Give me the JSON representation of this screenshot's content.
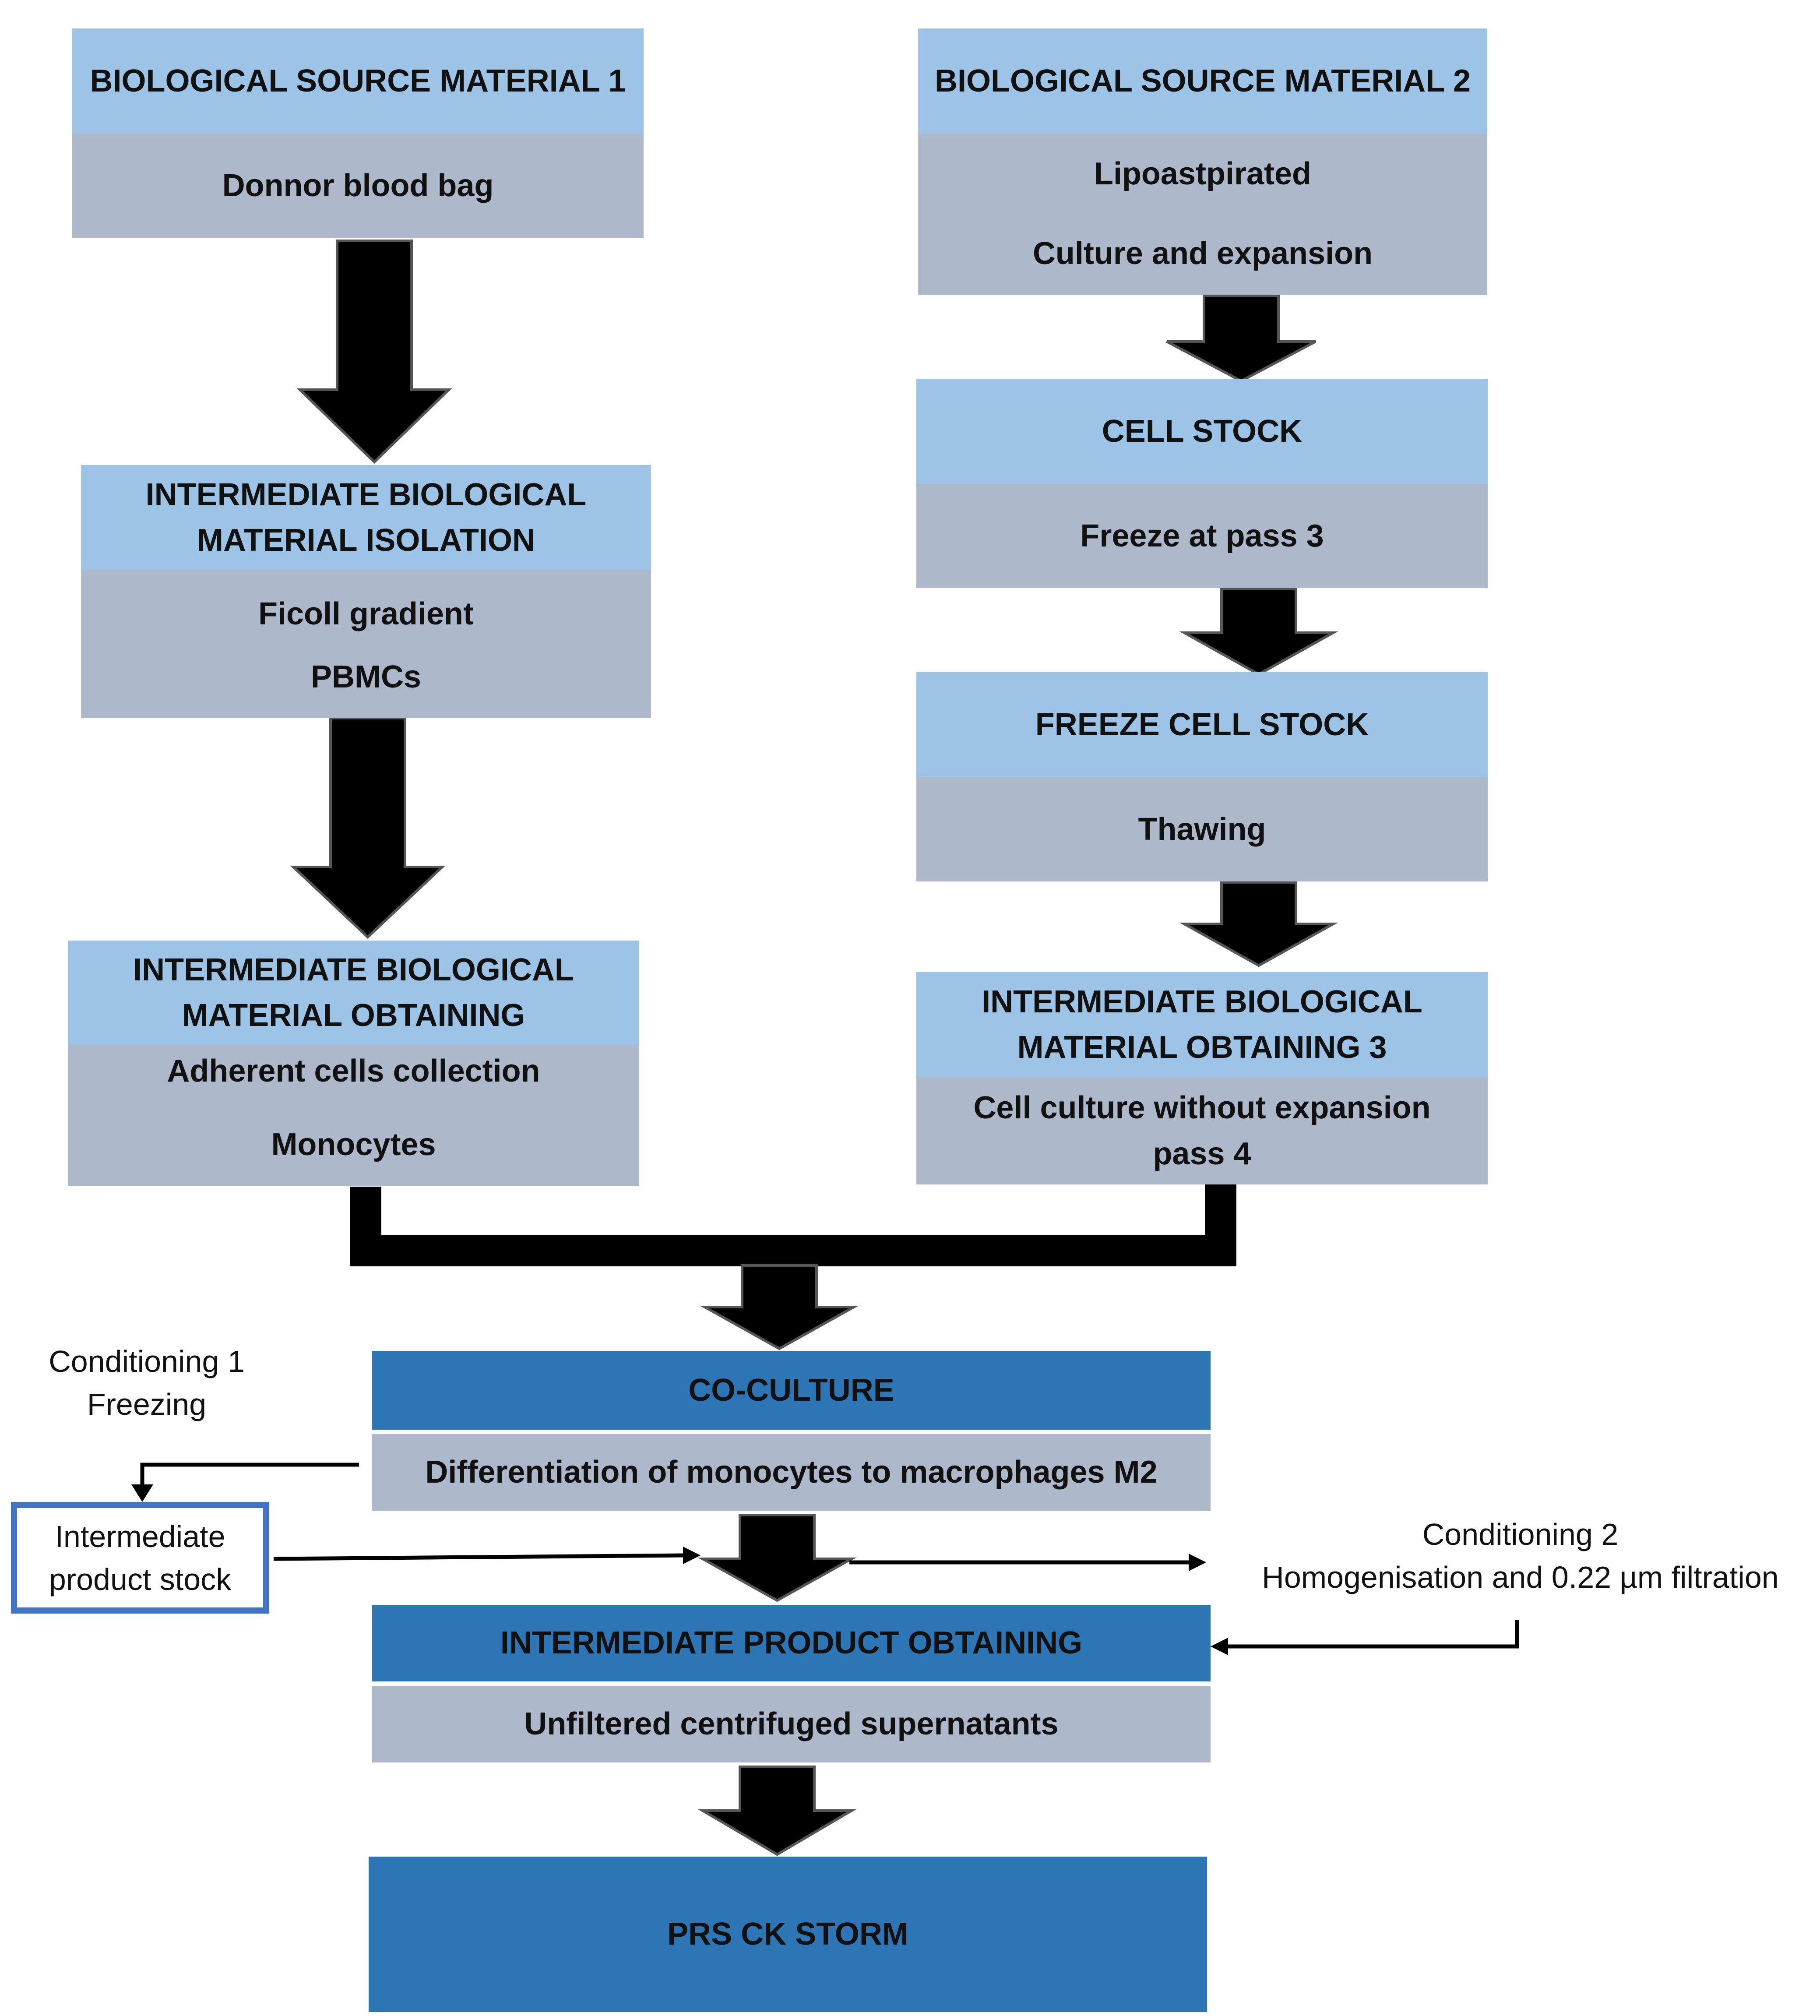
{
  "source1": {
    "header": "BIOLOGICAL SOURCE MATERIAL 1",
    "body": [
      "Donnor blood bag"
    ]
  },
  "isolation": {
    "header": [
      "INTERMEDIATE BIOLOGICAL",
      "MATERIAL ISOLATION"
    ],
    "body": [
      "Ficoll gradient",
      "PBMCs"
    ]
  },
  "obtaining": {
    "header": [
      "INTERMEDIATE BIOLOGICAL",
      "MATERIAL OBTAINING"
    ],
    "body": [
      "Adherent cells collection",
      "Monocytes"
    ]
  },
  "source2": {
    "header": "BIOLOGICAL SOURCE MATERIAL 2",
    "body": [
      "Lipoastpirated",
      "Culture and expansion"
    ]
  },
  "cell_stock": {
    "header": "CELL STOCK",
    "body": [
      "Freeze at pass 3"
    ]
  },
  "freeze_stock": {
    "header": "FREEZE CELL STOCK",
    "body": [
      "Thawing"
    ]
  },
  "obtaining3": {
    "header": [
      "INTERMEDIATE BIOLOGICAL",
      "MATERIAL OBTAINING 3"
    ],
    "body": [
      "Cell culture without expansion",
      "pass 4"
    ]
  },
  "coculture": {
    "header": "CO-CULTURE",
    "body": "Differentiation of monocytes to macrophages M2"
  },
  "product": {
    "header": "INTERMEDIATE PRODUCT OBTAINING",
    "body": "Unfiltered centrifuged supernatants"
  },
  "final": {
    "label": "PRS CK STORM"
  },
  "conditioning1": [
    "Conditioning 1",
    "Freezing"
  ],
  "conditioning2": [
    "Conditioning 2",
    "Homogenisation and 0.22 µm filtration"
  ],
  "stock_box": [
    "Intermediate",
    "product stock"
  ],
  "colors": {
    "header_light": "#9dc3e6",
    "body_grey": "#adb9ca",
    "header_dark": "#2e75b6",
    "arrow": "#000000",
    "stock_border": "#4472c4"
  }
}
